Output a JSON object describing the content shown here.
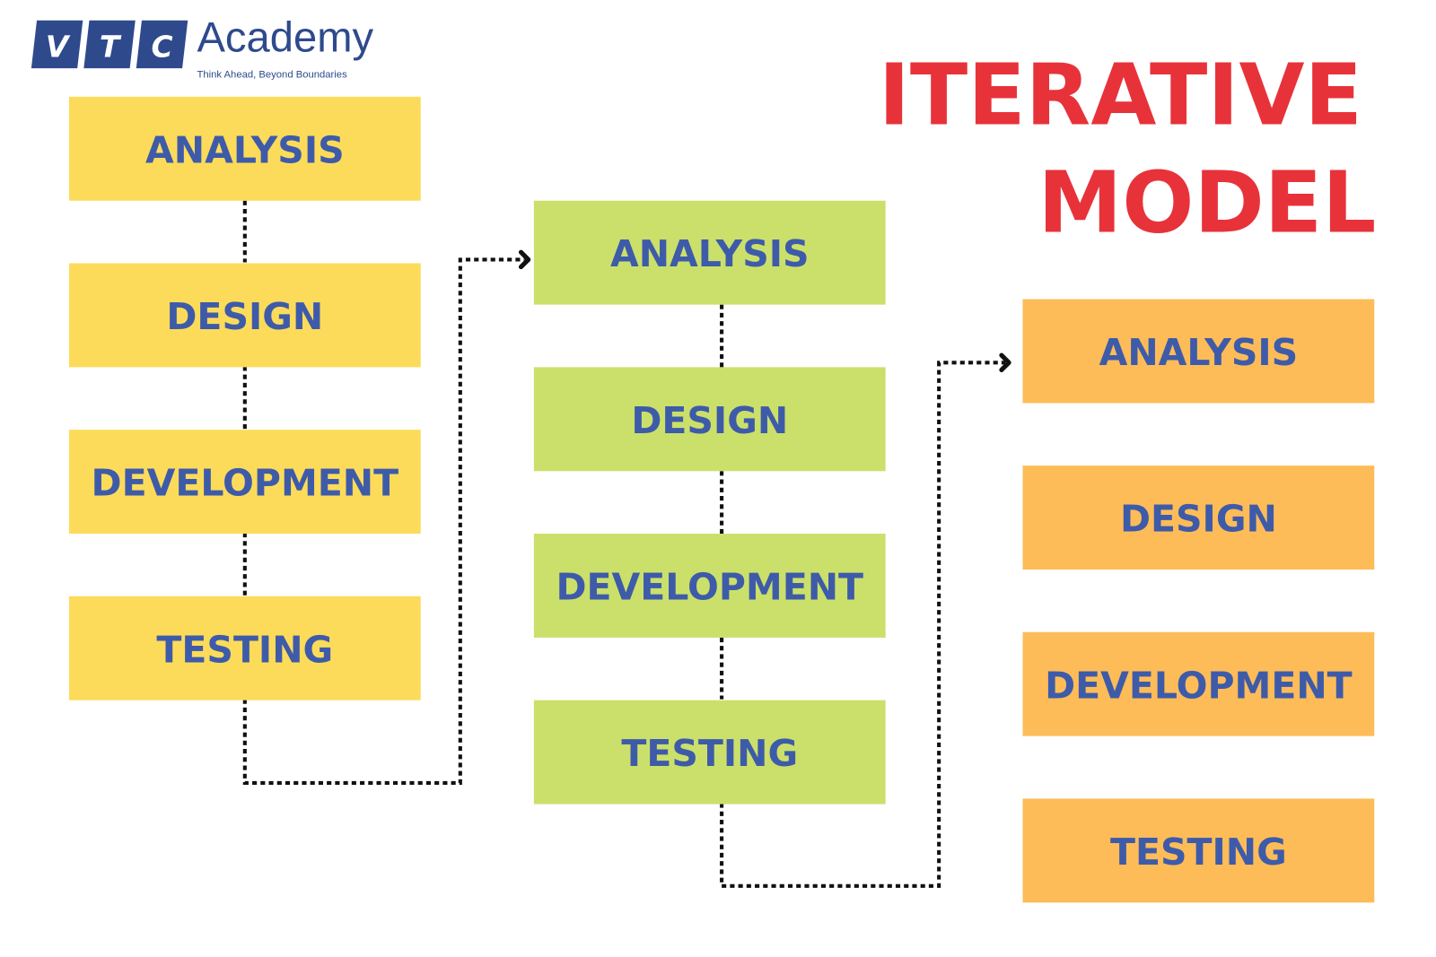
{
  "logo": {
    "letters": [
      "V",
      "T",
      "C"
    ],
    "name": "Academy",
    "tagline": "Think Ahead, Beyond Boundaries",
    "color": "#2E4A8C"
  },
  "title": {
    "line1": "ITERATIVE",
    "line2": "MODEL",
    "color": "#E8323A"
  },
  "iterations": [
    {
      "color": "#FCDB5A",
      "stages": [
        "ANALYSIS",
        "DESIGN",
        "DEVELOPMENT",
        "TESTING"
      ]
    },
    {
      "color": "#CBE06A",
      "stages": [
        "ANALYSIS",
        "DESIGN",
        "DEVELOPMENT",
        "TESTING"
      ]
    },
    {
      "color": "#FDBC58",
      "stages": [
        "ANALYSIS",
        "DESIGN",
        "DEVELOPMENT",
        "TESTING"
      ]
    }
  ],
  "text_color": "#3E5BA9"
}
